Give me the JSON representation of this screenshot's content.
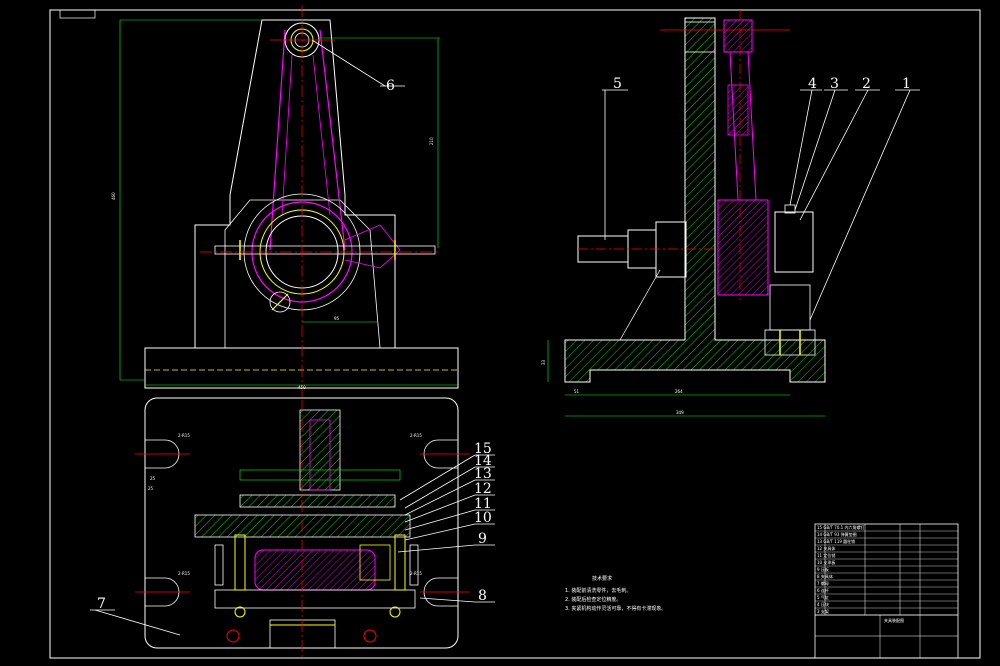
{
  "drawing": {
    "colors": {
      "background": "#000000",
      "outline": "#ffffff",
      "hatch": "#00ff00",
      "part": "#ff00ff",
      "center": "#ff0000",
      "dimension": "#00ff00",
      "accent": "#ffff00"
    },
    "balloons": [
      "1",
      "2",
      "3",
      "4",
      "5",
      "6",
      "7",
      "8",
      "9",
      "10",
      "11",
      "12",
      "13",
      "14",
      "15"
    ],
    "dimensions": {
      "front_height": "460",
      "front_top": "210",
      "front_offset": "95",
      "front_width": "450",
      "side_width": "264",
      "side_left": "51",
      "side_base": "349",
      "side_height": "33",
      "slot_a": "2-R15",
      "slot_b": "2-R15",
      "slot_c": "2-R15",
      "slot_d": "2-R15",
      "slot_e": "25",
      "slot_f": "25"
    },
    "notes": {
      "title": "技术要求",
      "lines": [
        "1. 装配前清洗零件，去毛刺。",
        "2. 装配后检查定位精度。",
        "3. 夹紧机构动作灵活可靠，不得有卡滞现象。"
      ]
    },
    "title_block": {
      "rows": [
        "15  GB/T 70.1  内六角螺钉",
        "14  GB/T 93  弹簧垫圈",
        "13  GB/T 119  圆柱销",
        "12  夹具体",
        "11  定位销",
        "10  支承板",
        "9  压板",
        "8  夹具体",
        "7  螺母",
        "6  连杆",
        "5  气缸",
        "4  压块",
        "3  支架"
      ],
      "footer": "夹具装配图"
    }
  }
}
